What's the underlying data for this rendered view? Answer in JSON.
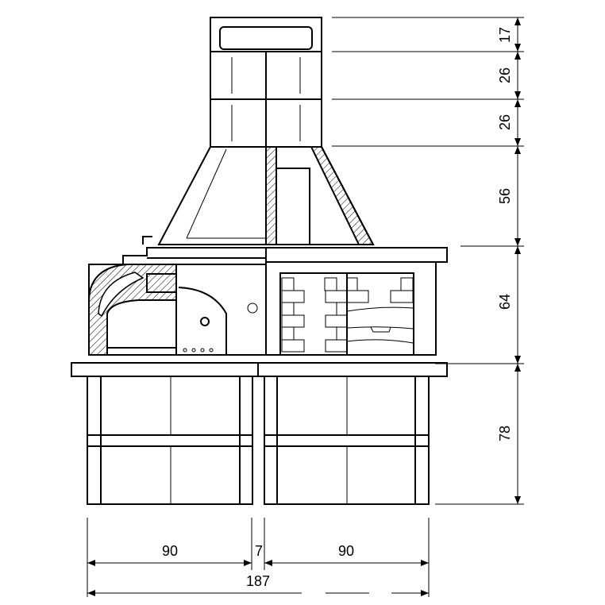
{
  "drawing": {
    "vertical_dimensions": [
      "17",
      "26",
      "26",
      "56",
      "64",
      "78"
    ],
    "horizontal_dimensions": {
      "left_width": "90",
      "gap": "7",
      "right_width": "90",
      "total_width": "187"
    }
  }
}
